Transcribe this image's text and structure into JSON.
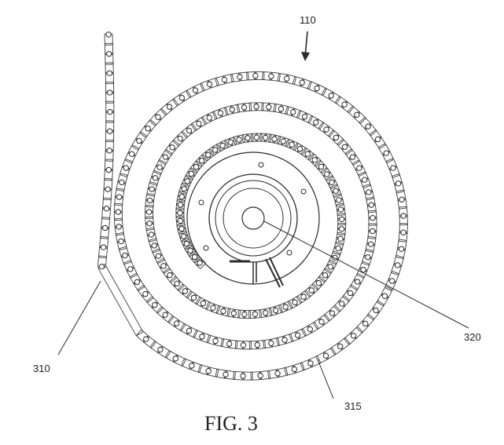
{
  "figure": {
    "caption": "FIG. 3",
    "reference_numerals": {
      "assembly": "110",
      "chain_tail": "310",
      "chain_coil": "315",
      "hub": "320"
    }
  }
}
